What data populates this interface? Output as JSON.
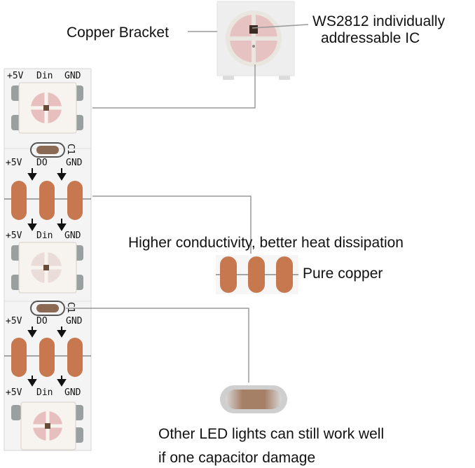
{
  "labels": {
    "copper_bracket": "Copper Bracket",
    "ic_line1": "WS2812 individually",
    "ic_line2": "addressable IC",
    "conductivity": "Higher conductivity, better heat dissipation",
    "pure_copper": "Pure copper",
    "capacitor_line1": "Other LED lights can still work well",
    "capacitor_line2": "if one capacitor damage"
  },
  "strip": {
    "led_header": {
      "plus5v": "+5V",
      "din": "Din",
      "gnd": "GND"
    },
    "mid_header": {
      "plus5v": "+5V",
      "do": "DO",
      "gnd": "GND"
    },
    "cap_label": "C1"
  },
  "colors": {
    "strip": "#f4f4f4",
    "copper": "#c8784e",
    "led_white": "#f7f3ee",
    "led_cross": "#e8bfbf",
    "leader_line": "#9a9a9a"
  }
}
